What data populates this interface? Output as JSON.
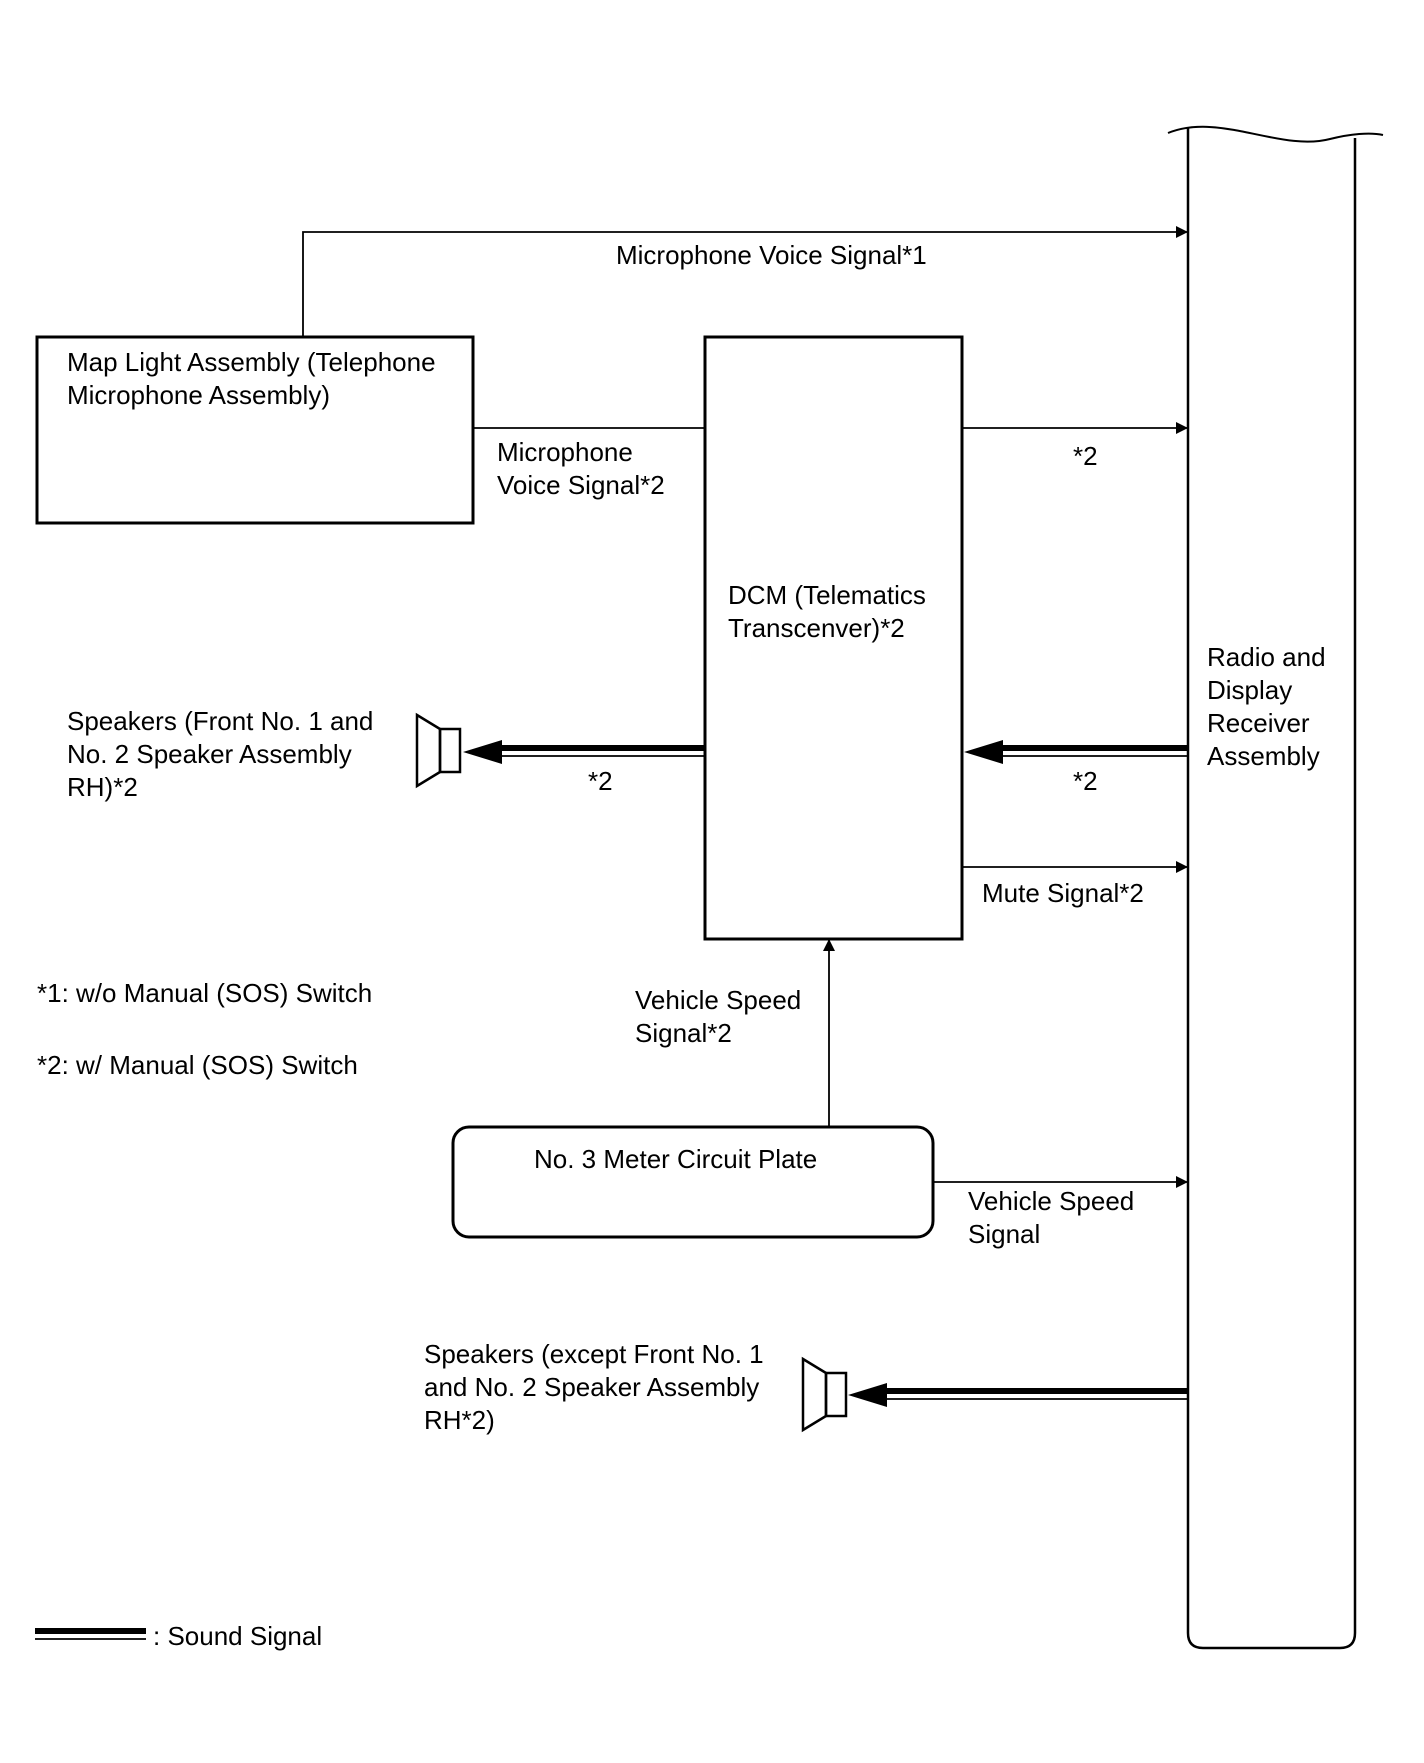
{
  "colors": {
    "line": "#000000",
    "background": "#ffffff"
  },
  "components": {
    "map_light": "Map Light Assembly (Telephone\nMicrophone Assembly)",
    "dcm": "DCM (Telematics\nTranscenver)*2",
    "radio": "Radio and\nDisplay\nReceiver\nAssembly",
    "meter": "No. 3 Meter Circuit Plate",
    "speakers_front": "Speakers (Front No. 1 and\nNo. 2 Speaker Assembly\nRH)*2",
    "speakers_other": "Speakers (except Front No. 1\nand No. 2 Speaker Assembly\nRH*2)"
  },
  "signals": {
    "mic_voice_1": "Microphone Voice Signal*1",
    "mic_voice_2": "Microphone\nVoice Signal*2",
    "dcm_to_radio": "*2",
    "dcm_to_speaker": "*2",
    "radio_to_dcm": "*2",
    "mute": "Mute Signal*2",
    "vehicle_speed_dcm": "Vehicle Speed\nSignal*2",
    "vehicle_speed_radio": "Vehicle Speed\nSignal"
  },
  "notes": {
    "note1": "*1: w/o Manual (SOS) Switch",
    "note2": "*2: w/ Manual (SOS) Switch"
  },
  "legend": {
    "sound_signal": ": Sound Signal"
  }
}
